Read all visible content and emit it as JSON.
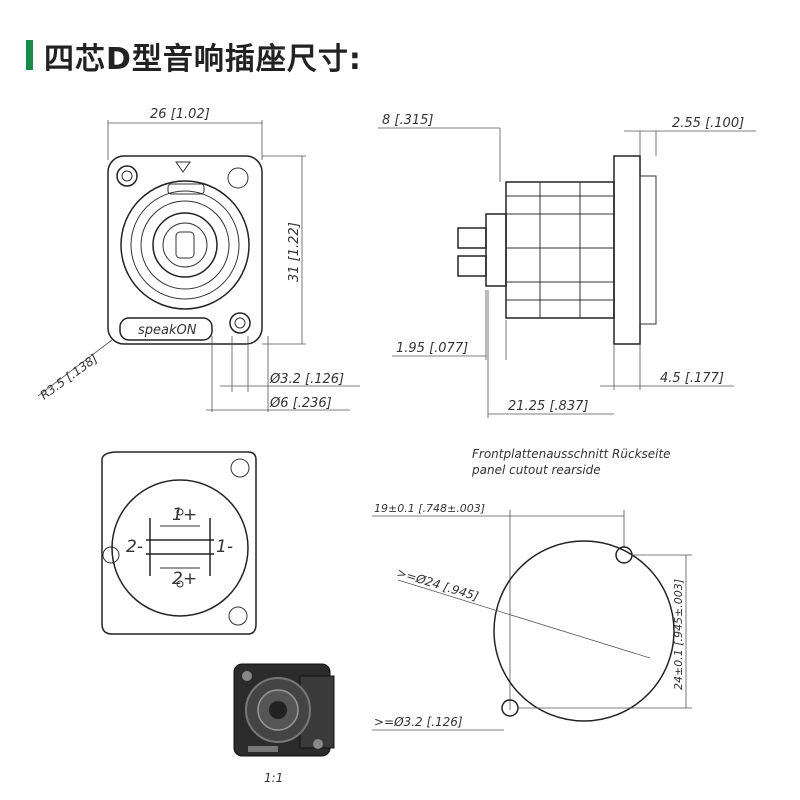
{
  "header": {
    "title": "四芯D型音响插座尺寸:"
  },
  "front_view": {
    "width_dim": "26 [1.02]",
    "height_dim": "31 [1.22]",
    "radius_dim": "R3.5 [.138]",
    "hole_dim": "Ø3.2 [.126]",
    "outer_dim": "Ø6 [.236]",
    "brand_label": "speakON"
  },
  "side_view": {
    "dim_top_left": "8 [.315]",
    "dim_top_right": "2.55 [.100]",
    "dim_left": "1.95 [.077]",
    "dim_right": "4.5 [.177]",
    "dim_bottom": "21.25 [.837]"
  },
  "pin_view": {
    "pin_1_plus": "1+",
    "pin_1_minus": "1-",
    "pin_2_minus": "2-",
    "pin_2_plus": "2+"
  },
  "cutout_view": {
    "caption_de": "Frontplattenausschnitt Rückseite",
    "caption_en": "panel cutout rearside",
    "dim_width": "19±0.1 [.748±.003]",
    "dim_diameter": ">=Ø24 [.945]",
    "dim_height": "24±0.1 [.945±.003]",
    "dim_hole": ">=Ø3.2 [.126]"
  },
  "photo": {
    "scale_label": "1:1"
  }
}
